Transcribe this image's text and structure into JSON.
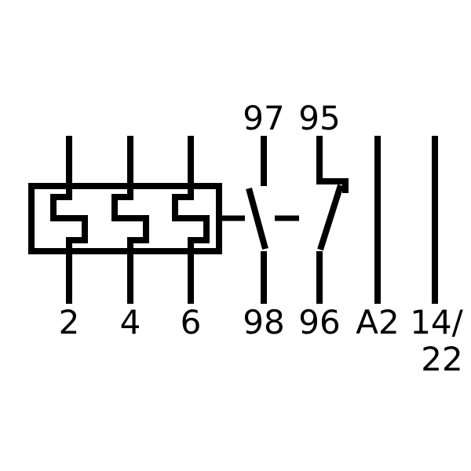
{
  "diagram_title": "overload-relay-wiring-diagram",
  "colors": {
    "line": "#000000",
    "background": "#ffffff"
  },
  "terminals": {
    "no_top": "97",
    "nc_top": "95",
    "phase1_bottom": "2",
    "phase2_bottom": "4",
    "phase3_bottom": "6",
    "no_bottom": "98",
    "nc_bottom": "96",
    "coil_bottom": "A2",
    "aux_bottom_line1": "14/",
    "aux_bottom_line2": "22"
  }
}
